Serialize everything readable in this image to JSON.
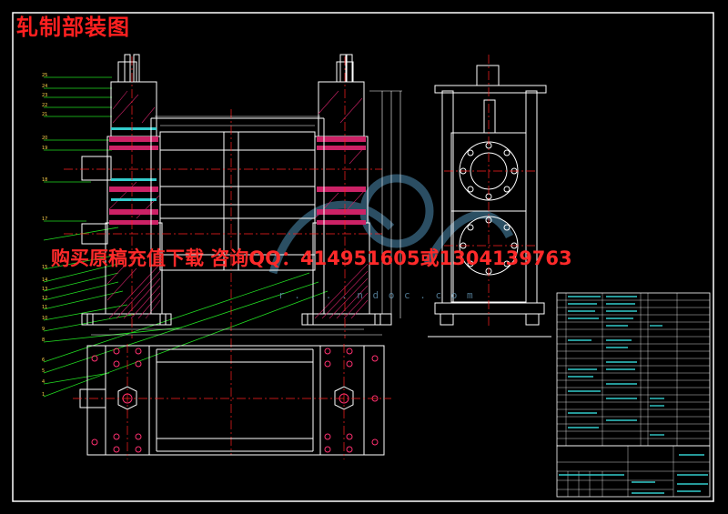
{
  "drawing": {
    "title": "轧制部装图",
    "promo_text": "购买原稿充值下载 咨询QQ：414951605或1304139763",
    "watermark_text": "r . . . . n d o c . c o m"
  },
  "colors": {
    "background": "#000000",
    "border": "#ffffff",
    "section": "#ffffff",
    "center_line": "#ff2020",
    "dimension": "#ffffff",
    "leader": "#22dd22",
    "hatch": "#cc2266",
    "fastener": "#ff3070",
    "cyan": "#33cccc",
    "title_red": "#ff2020"
  }
}
